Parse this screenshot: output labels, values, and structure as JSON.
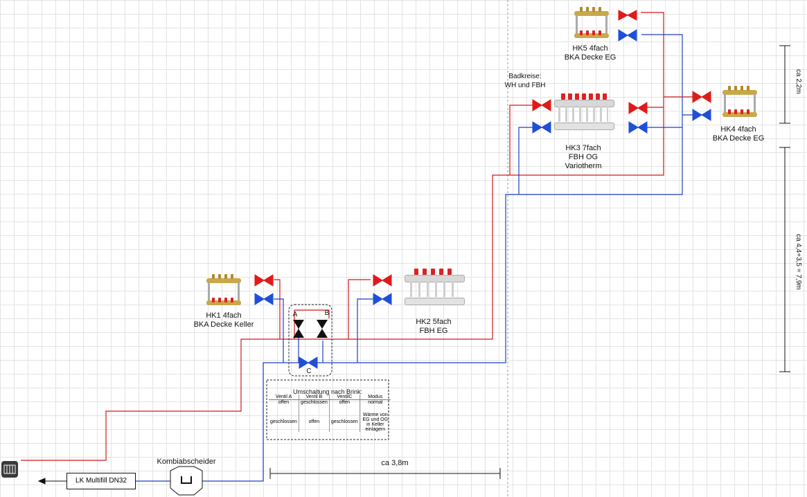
{
  "colors": {
    "supply": "#d01818",
    "return": "#1c3fc4",
    "valve_red": "#e01a1a",
    "valve_blue": "#1f4fd8"
  },
  "circuits": {
    "hk1": {
      "title": "HK1 4fach",
      "sub": "BKA Decke Keller"
    },
    "hk2": {
      "title": "HK2 5fach",
      "sub": "FBH EG"
    },
    "hk3": {
      "title": "HK3 7fach",
      "sub": "FBH OG",
      "extra": "Variotherm"
    },
    "hk4": {
      "title": "HK4 4fach",
      "sub": "BKA Decke EG"
    },
    "hk5": {
      "title": "HK5 4fach",
      "sub": "BKA Decke EG"
    }
  },
  "bad": {
    "line1": "Badkreise:",
    "line2": "WH und FBH"
  },
  "valves": {
    "a": "A",
    "b": "B",
    "c": "C"
  },
  "brink": {
    "title": "Umschaltung nach Brink:",
    "headers": [
      "Ventil A",
      "Ventil B",
      "VentilC",
      "Modus"
    ],
    "rows": [
      [
        "offen",
        "geschlossen",
        "offen",
        "normal"
      ],
      [
        "geschlossen",
        "offen",
        "geschlossen",
        "Wärme von EG und OG in Keller einlagern"
      ]
    ]
  },
  "kombi": "Kombiabscheider",
  "multifill": "LK Multifill DN32",
  "dims": {
    "horizontal": "ca 3,8m",
    "upper": "ca 2,2m",
    "lower": "ca 4,4+3,5 = 7,9m"
  },
  "icons": [
    "radiator-icon",
    "manifold-icon",
    "valve-icon",
    "arrow-left-icon"
  ]
}
